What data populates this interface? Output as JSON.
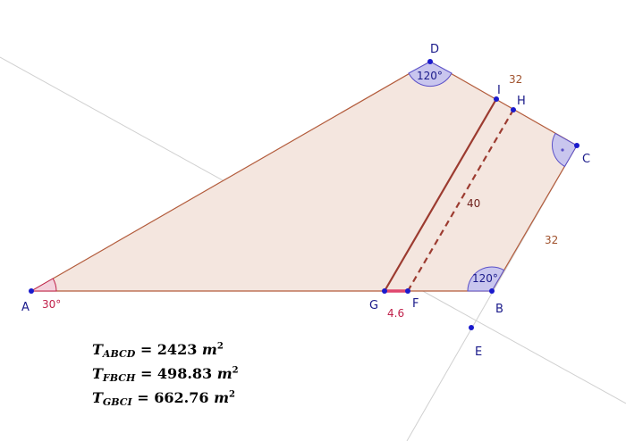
{
  "points": {
    "A": "A",
    "B": "B",
    "C": "C",
    "D": "D",
    "E": "E",
    "F": "F",
    "G": "G",
    "H": "H",
    "I": "I"
  },
  "angles": {
    "A": "30°",
    "B": "120°",
    "D": "120°"
  },
  "lengths": {
    "DC": "32",
    "BC": "32",
    "IG": "40",
    "GF": "4.6"
  },
  "areas": [
    {
      "name": "T",
      "sub": "ABCD",
      "value": "2423",
      "unit": "m",
      "exp": "2"
    },
    {
      "name": "T",
      "sub": "FBCH",
      "value": "498.83",
      "unit": "m",
      "exp": "2"
    },
    {
      "name": "T",
      "sub": "GBCI",
      "value": "662.76",
      "unit": "m",
      "exp": "2"
    }
  ],
  "colors": {
    "fill": "#f4e6df",
    "edge": "#b35c3c",
    "segment": "#9c3b30",
    "highlight": "#e0466e",
    "point": "#1a1acc",
    "angle_fill": "#c9c6ee",
    "angle_stroke": "#5a50c8",
    "red_label": "#c0204a",
    "brown_label": "#a0522d",
    "guide": "#d0d0d0"
  }
}
